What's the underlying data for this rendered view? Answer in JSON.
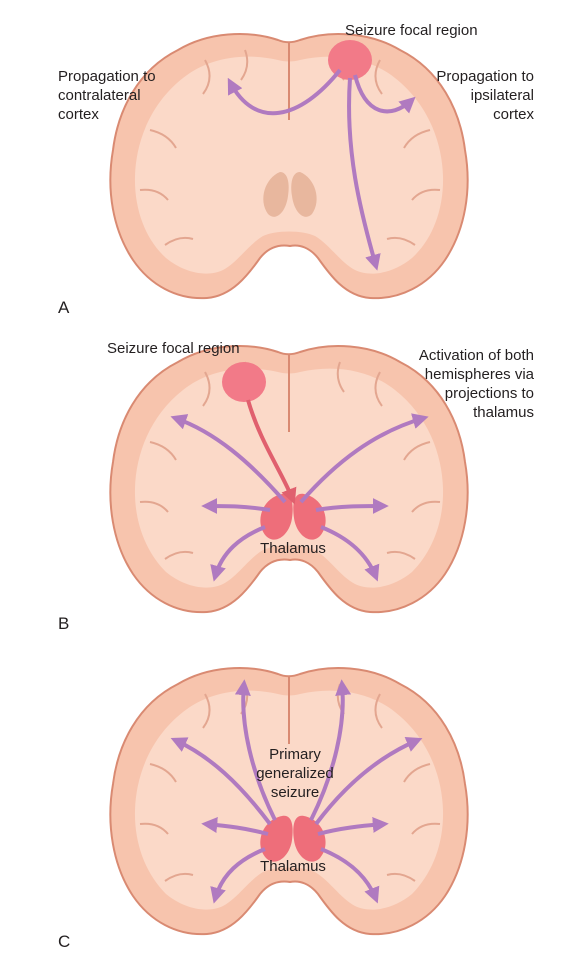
{
  "panels": [
    {
      "letter": "A",
      "labels": {
        "focus": "Seizure focal region",
        "left_1": "Propagation to",
        "left_2": "contralateral",
        "left_3": "cortex",
        "right_1": "Propagation to",
        "right_2": "ipsilateral",
        "right_3": "cortex"
      }
    },
    {
      "letter": "B",
      "labels": {
        "focus": "Seizure focal region",
        "right_1": "Activation of both",
        "right_2": "hemispheres via",
        "right_3": "projections to",
        "right_4": "thalamus",
        "thalamus": "Thalamus"
      }
    },
    {
      "letter": "C",
      "labels": {
        "center_1": "Primary",
        "center_2": "generalized",
        "center_3": "seizure",
        "thalamus": "Thalamus"
      }
    }
  ],
  "colors": {
    "cortex_fill": "#f7c4ad",
    "cortex_stroke": "#d98a72",
    "white_matter": "#fbd9c8",
    "basal_ganglia": "#e8b79e",
    "thalamus_active": "#ee6e7a",
    "focus": "#f27a88",
    "arrow": "#b07ac0"
  }
}
